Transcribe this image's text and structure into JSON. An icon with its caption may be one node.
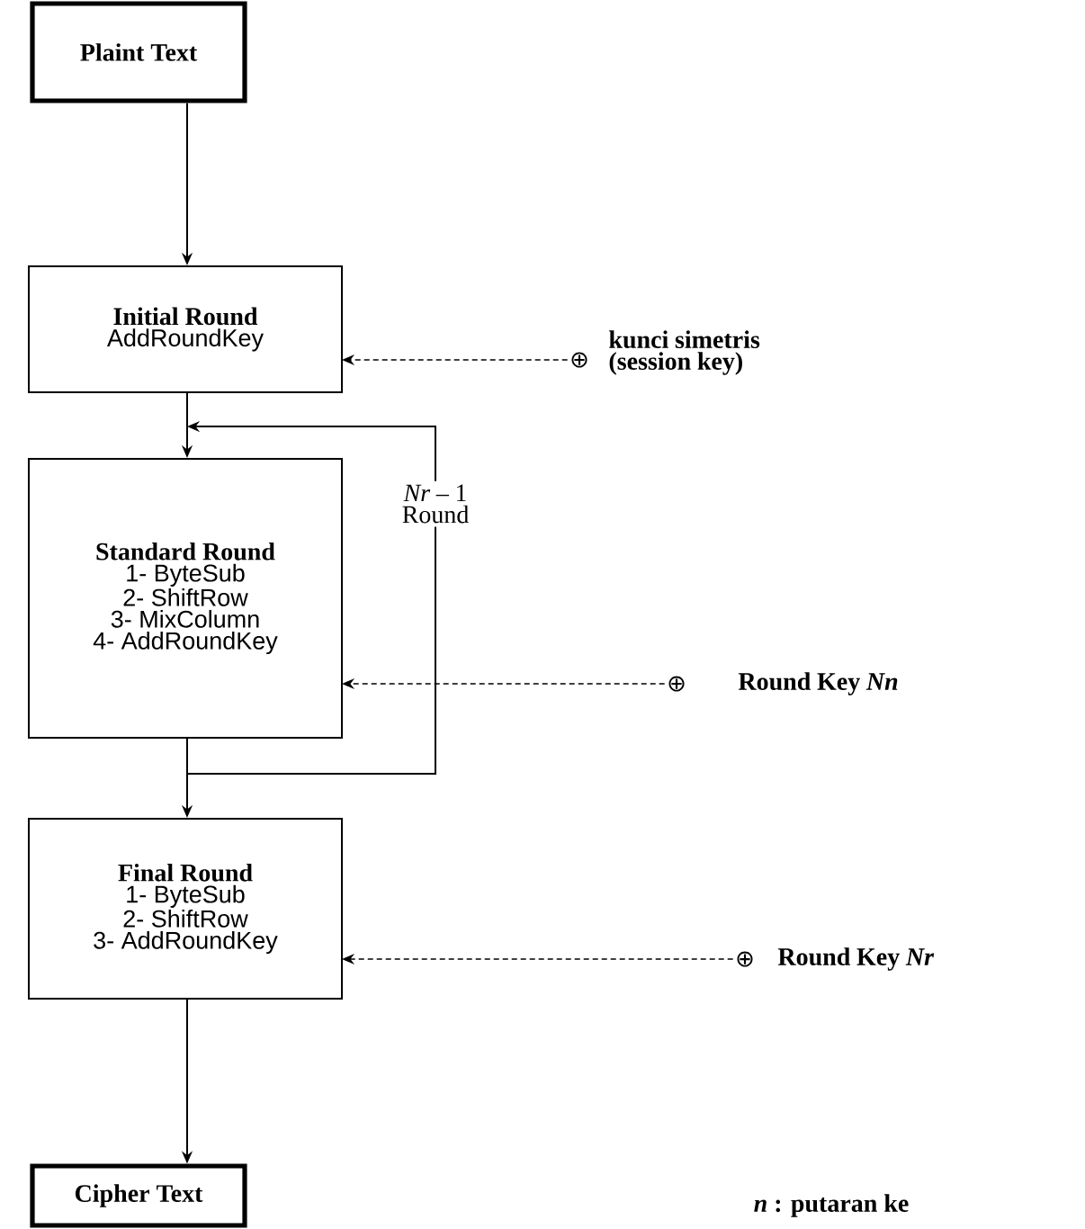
{
  "diagram": {
    "nodes": [
      {
        "text": [
          "Plaint Text"
        ]
      },
      {
        "text": [
          "Initial Round",
          "AddRoundKey"
        ]
      },
      {
        "text": [
          "Standard Round",
          "1- ByteSub",
          "2- ShiftRow",
          "3- MixColumn",
          "4- AddRoundKey"
        ]
      },
      {
        "text": [
          "Final Round",
          "1- ByteSub",
          "2- ShiftRow",
          "3- AddRoundKey"
        ]
      },
      {
        "text": [
          "Cipher Text"
        ]
      },
      {
        "text": [
          "⊕"
        ],
        "beside": [
          "kunci simetris (session key)"
        ]
      },
      {
        "text": [
          "⊕"
        ],
        "beside": [
          "Round Key *Nn*"
        ]
      },
      {
        "text": [
          "⊕"
        ],
        "beside": [
          "Round Key *Nr*"
        ]
      }
    ],
    "edges": [
      {
        "from": 0,
        "to": 1,
        "arrow": "to"
      },
      {
        "from": 1,
        "to": 2,
        "arrow": "to"
      },
      {
        "from": 2,
        "to": 3,
        "arrow": "to"
      },
      {
        "from": 3,
        "to": 4,
        "arrow": "to"
      },
      {
        "from": 5,
        "to": 1,
        "arrow": "to",
        "style": "dashed"
      },
      {
        "from": 6,
        "to": 2,
        "arrow": "to",
        "style": "dashed"
      },
      {
        "from": 7,
        "to": 3,
        "arrow": "to",
        "style": "dashed"
      },
      {
        "from": 2,
        "to": 2,
        "arrow": "to",
        "label": "*Nr* – 1 Round"
      }
    ],
    "labels": [
      "*n* : putaran ke"
    ]
  }
}
